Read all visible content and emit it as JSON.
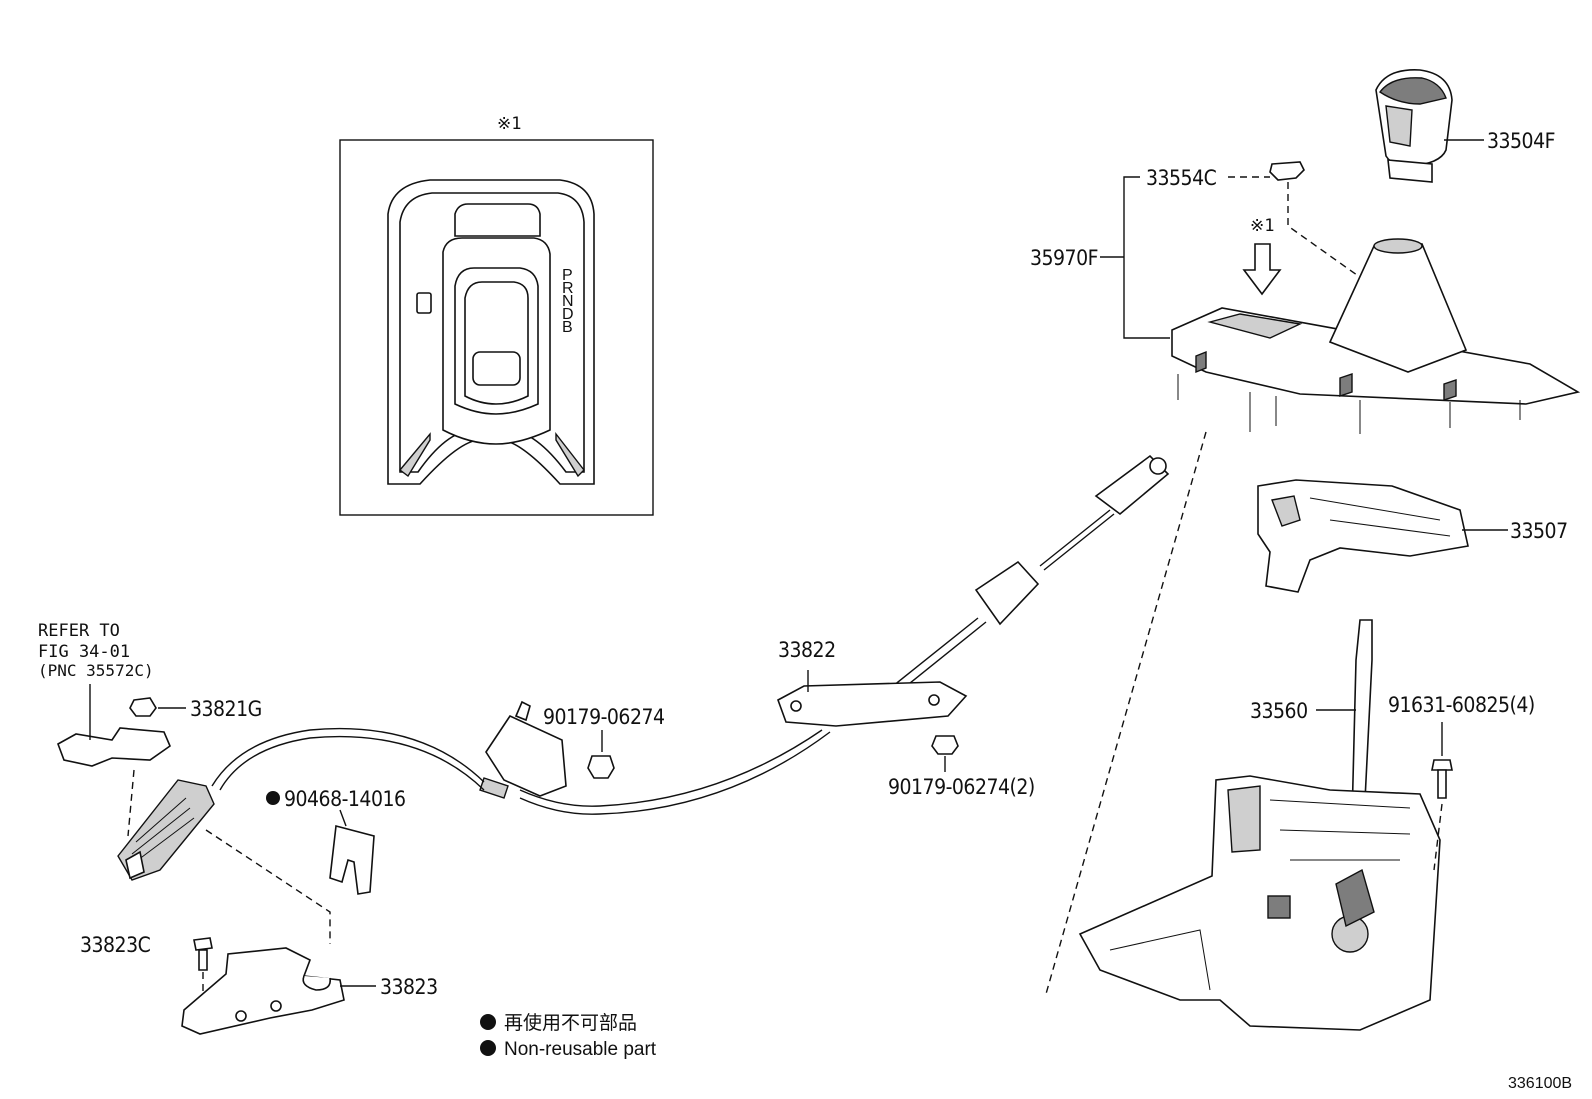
{
  "inset": {
    "marker": "※1",
    "shift_letters": [
      "P",
      "R",
      "N",
      "D",
      "B"
    ]
  },
  "labels": {
    "p33504F": "33504F",
    "p33554C": "33554C",
    "p35970F": "35970F",
    "marker_arrow": "※1",
    "p33507": "33507",
    "p33560": "33560",
    "p91631": "91631-60825(4)",
    "p33822": "33822",
    "p90179_a": "90179-06274",
    "p90179_b": "90179-06274(2)",
    "p33821G": "33821G",
    "p90468": "90468-14016",
    "p33823C": "33823C",
    "p33823": "33823"
  },
  "refer": {
    "line1": "REFER TO",
    "line2": "FIG 34-01",
    "line3": "(PNC 35572C)"
  },
  "legend": {
    "jp": "再使用不可部品",
    "en": "Non-reusable part"
  },
  "figure_code": "336100B"
}
